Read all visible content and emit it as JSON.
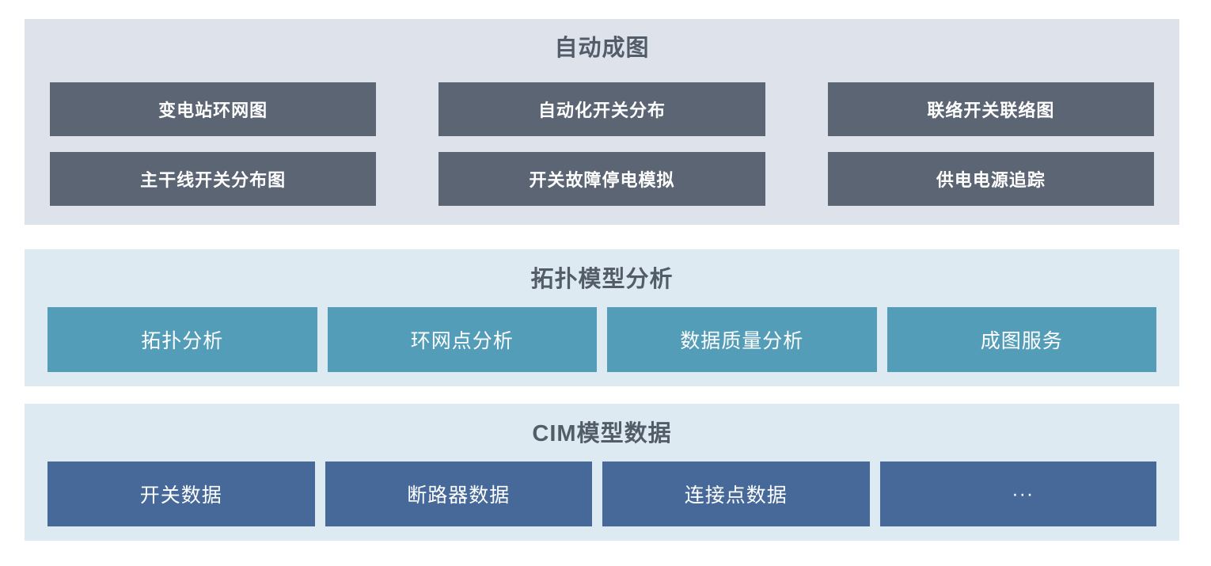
{
  "colors": {
    "page_background": "#ffffff",
    "top_section_background": "#dde2eb",
    "top_box": "#5c6574",
    "light_section_background": "#deeaf1",
    "analysis_box": "#539db9",
    "data_box": "#46699a",
    "title_text": "#535d6a",
    "box_text": "#ffffff"
  },
  "sections": [
    {
      "title": "自动成图",
      "items": [
        "变电站环网图",
        "自动化开关分布",
        "联络开关联络图",
        "主干线开关分布图",
        "开关故障停电模拟",
        "供电电源追踪"
      ]
    },
    {
      "title": "拓扑模型分析",
      "items": [
        "拓扑分析",
        "环网点分析",
        "数据质量分析",
        "成图服务"
      ]
    },
    {
      "title": "CIM模型数据",
      "items": [
        "开关数据",
        "断路器数据",
        "连接点数据",
        "···"
      ]
    }
  ]
}
